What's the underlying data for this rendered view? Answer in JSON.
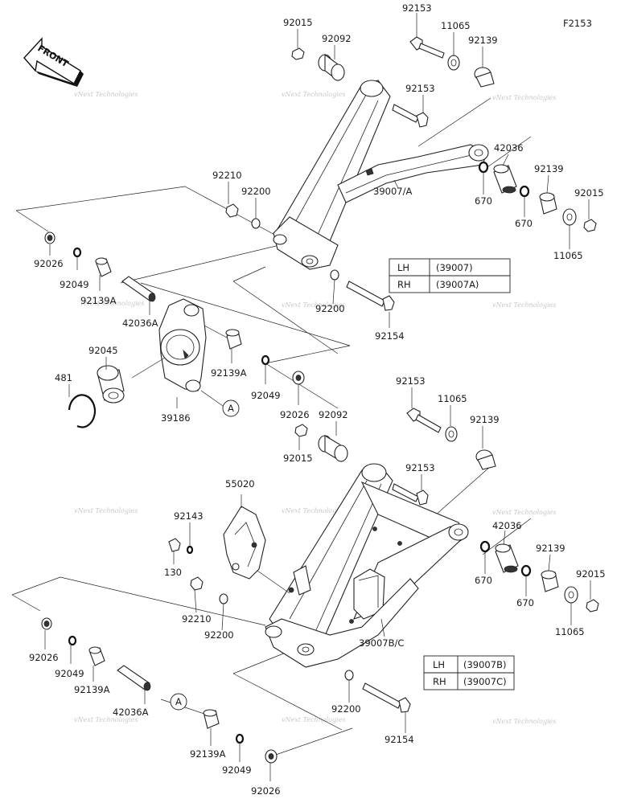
{
  "figure_code": "F2153",
  "front_label": "FRONT",
  "callout_a": "A",
  "watermark": "vNext Technologies",
  "table_upper": {
    "rows": [
      {
        "side": "LH",
        "part": "(39007)"
      },
      {
        "side": "RH",
        "part": "(39007A)"
      }
    ]
  },
  "table_lower": {
    "rows": [
      {
        "side": "LH",
        "part": "(39007B)"
      },
      {
        "side": "RH",
        "part": "(39007C)"
      }
    ]
  },
  "part_labels": [
    {
      "id": "u-92015-a",
      "text": "92015"
    },
    {
      "id": "u-92092",
      "text": "92092"
    },
    {
      "id": "u-92153-a",
      "text": "92153"
    },
    {
      "id": "u-11065-a",
      "text": "11065"
    },
    {
      "id": "u-92139-a",
      "text": "92139"
    },
    {
      "id": "u-92153-b",
      "text": "92153"
    },
    {
      "id": "u-42036",
      "text": "42036"
    },
    {
      "id": "u-92139-b",
      "text": "92139"
    },
    {
      "id": "u-92015-b",
      "text": "92015"
    },
    {
      "id": "u-670-a",
      "text": "670"
    },
    {
      "id": "u-670-b",
      "text": "670"
    },
    {
      "id": "u-11065-b",
      "text": "11065"
    },
    {
      "id": "u-39007a",
      "text": "39007/A"
    },
    {
      "id": "u-92210",
      "text": "92210"
    },
    {
      "id": "u-92200-a",
      "text": "92200"
    },
    {
      "id": "u-92200-b",
      "text": "92200"
    },
    {
      "id": "u-92154",
      "text": "92154"
    },
    {
      "id": "m-92026-a",
      "text": "92026"
    },
    {
      "id": "m-92049-a",
      "text": "92049"
    },
    {
      "id": "m-92139a-a",
      "text": "92139A"
    },
    {
      "id": "m-42036a",
      "text": "42036A"
    },
    {
      "id": "m-92045",
      "text": "92045"
    },
    {
      "id": "m-481",
      "text": "481"
    },
    {
      "id": "m-39186",
      "text": "39186"
    },
    {
      "id": "m-92139a-b",
      "text": "92139A"
    },
    {
      "id": "m-92049-b",
      "text": "92049"
    },
    {
      "id": "m-92026-b",
      "text": "92026"
    },
    {
      "id": "l-92092",
      "text": "92092"
    },
    {
      "id": "l-92015-a",
      "text": "92015"
    },
    {
      "id": "l-92153-a",
      "text": "92153"
    },
    {
      "id": "l-11065-a",
      "text": "11065"
    },
    {
      "id": "l-92139-a",
      "text": "92139"
    },
    {
      "id": "l-92153-b",
      "text": "92153"
    },
    {
      "id": "l-55020",
      "text": "55020"
    },
    {
      "id": "l-92143",
      "text": "92143"
    },
    {
      "id": "l-130",
      "text": "130"
    },
    {
      "id": "l-42036",
      "text": "42036"
    },
    {
      "id": "l-670-a",
      "text": "670"
    },
    {
      "id": "l-92139-b",
      "text": "92139"
    },
    {
      "id": "l-92015-b",
      "text": "92015"
    },
    {
      "id": "l-670-b",
      "text": "670"
    },
    {
      "id": "l-11065-b",
      "text": "11065"
    },
    {
      "id": "l-92210",
      "text": "92210"
    },
    {
      "id": "l-92200-a",
      "text": "92200"
    },
    {
      "id": "l-39007bc",
      "text": "39007B/C"
    },
    {
      "id": "l-92026-a",
      "text": "92026"
    },
    {
      "id": "l-92049-a",
      "text": "92049"
    },
    {
      "id": "l-92139a-a",
      "text": "92139A"
    },
    {
      "id": "l-42036a",
      "text": "42036A"
    },
    {
      "id": "l-92200-b",
      "text": "92200"
    },
    {
      "id": "l-92154",
      "text": "92154"
    },
    {
      "id": "l-92139a-b",
      "text": "92139A"
    },
    {
      "id": "l-92049-b",
      "text": "92049"
    },
    {
      "id": "l-92026-b",
      "text": "92026"
    }
  ]
}
